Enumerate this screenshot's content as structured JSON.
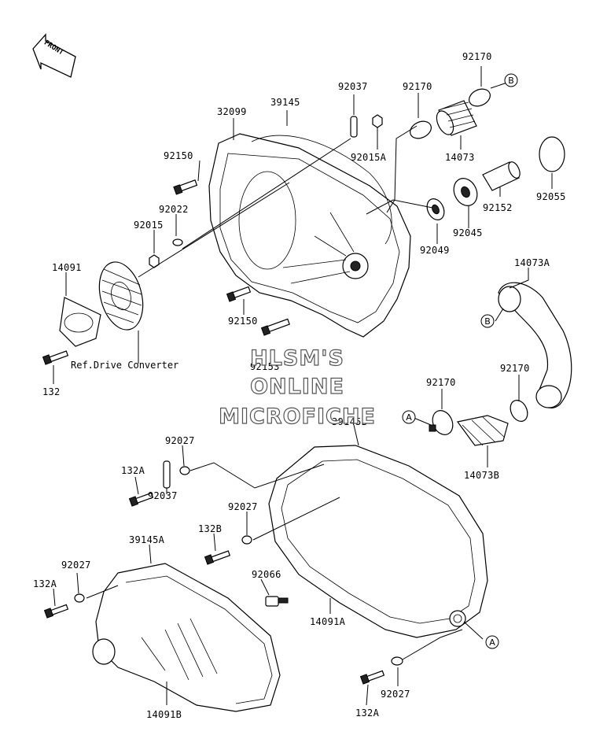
{
  "diagram": {
    "front_arrow_label": "FRONT",
    "ref_drive_converter": "Ref.Drive Converter",
    "watermark": [
      "HLSM'S",
      "ONLINE",
      "MICROFICHE"
    ],
    "callouts": {
      "a": "A",
      "b": "B"
    },
    "parts": {
      "p92170_top": "92170",
      "p92170_mid": "92170",
      "p92037_top": "92037",
      "p39145": "39145",
      "p32099": "32099",
      "p92015A": "92015A",
      "p14073": "14073",
      "p92150_top": "92150",
      "p92055": "92055",
      "p92152": "92152",
      "p92022": "92022",
      "p92045": "92045",
      "p92015": "92015",
      "p92049": "92049",
      "p14091": "14091",
      "p14073A": "14073A",
      "p92150_bottom": "92150",
      "p92153": "92153",
      "p132_top": "132",
      "p92170_right": "92170",
      "p92170_left": "92170",
      "p39145B": "39145B",
      "p92027_top": "92027",
      "p14073B": "14073B",
      "p132A_top": "132A",
      "p92037_bottom": "92037",
      "p92027_mid": "92027",
      "p132B": "132B",
      "p39145A": "39145A",
      "p92027_left": "92027",
      "p92066": "92066",
      "p132A_left": "132A",
      "p14091A": "14091A",
      "p92027_bottom": "92027",
      "p14091B": "14091B",
      "p132A_bottom": "132A"
    }
  }
}
